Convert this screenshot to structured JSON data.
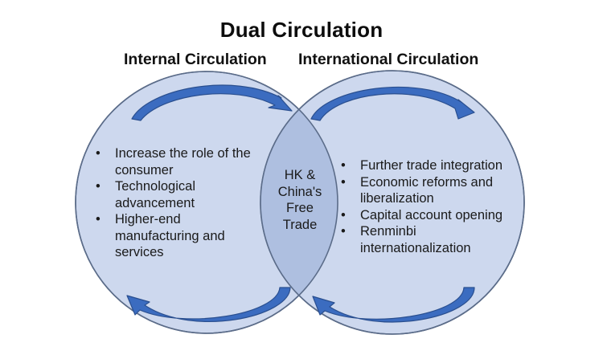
{
  "diagram": {
    "title": "Dual Circulation",
    "left_circle": {
      "heading": "Internal Circulation",
      "items": [
        {
          "bullet": "•",
          "text": "Increase the role of the consumer"
        },
        {
          "bullet": "•",
          "text": "Technological advancement"
        },
        {
          "bullet": "•",
          "text": "Higher-end manufacturing and services"
        }
      ]
    },
    "right_circle": {
      "heading": "International Circulation",
      "items": [
        {
          "bullet": "•",
          "text": "Further trade integration"
        },
        {
          "bullet": "•",
          "text": "Economic reforms and liberalization"
        },
        {
          "bullet": "•",
          "text": "Capital account opening"
        },
        {
          "bullet": "•",
          "text": "Renminbi internationalization"
        }
      ]
    },
    "intersection": {
      "label": "HK & China's Free Trade"
    },
    "icons": {
      "top_arrows": "clockwise-arc-arrow",
      "bottom_arrows": "counterclockwise-arc-arrow"
    },
    "colors": {
      "circle_fill": "#cdd8ee",
      "intersection_fill": "#aebfe0",
      "circle_outline": "#5b6c89",
      "arrow_fill": "#3b6cc0",
      "arrow_edge": "#2a4f8f",
      "text": "#1a1a1a"
    }
  }
}
